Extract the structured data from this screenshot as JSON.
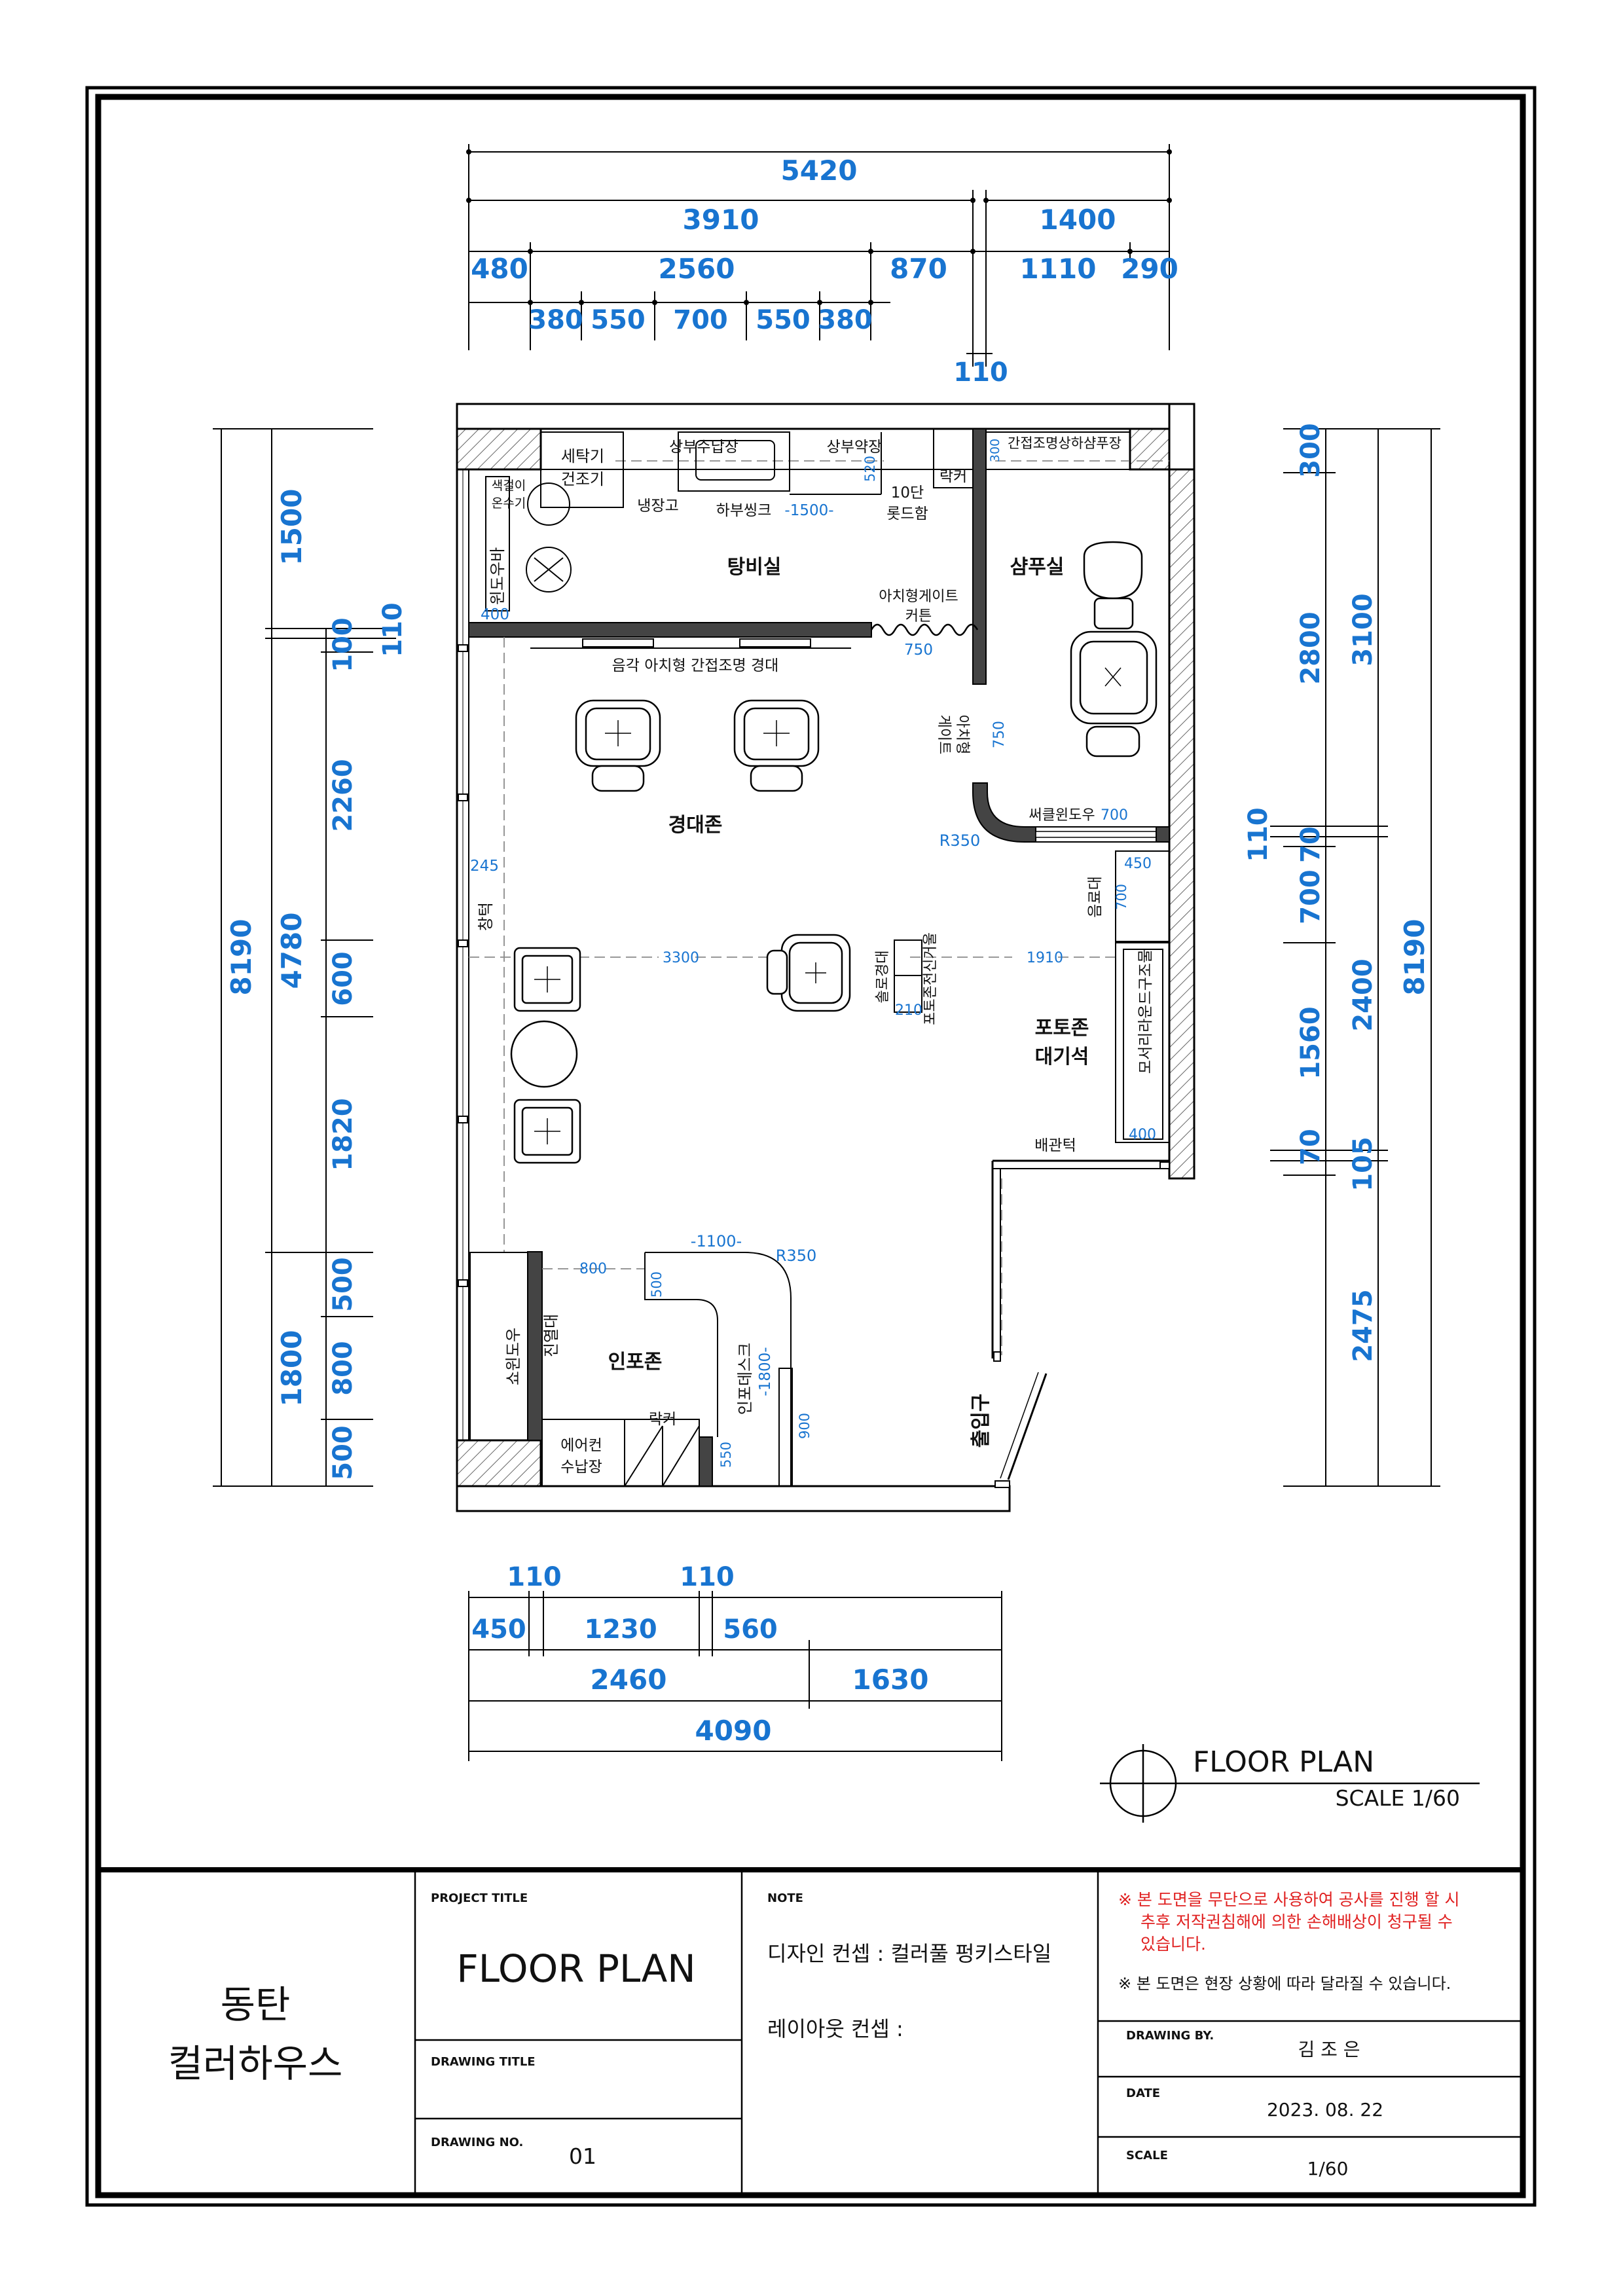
{
  "top_dimensions": {
    "overall": "5420",
    "left_section": "3910",
    "right_section": "1400",
    "row3": [
      "480",
      "2560",
      "870",
      "1110",
      "290"
    ],
    "row4": [
      "380",
      "550",
      "700",
      "550",
      "380"
    ],
    "wall_gap": "110"
  },
  "left_dimensions": {
    "overall": "8190",
    "mid_total": "4780",
    "segments": [
      "1500",
      "110",
      "100",
      "2260",
      "600",
      "1820",
      "500",
      "800",
      "500"
    ],
    "bottom_total": "1800"
  },
  "right_dimensions": {
    "overall": "8190",
    "segments": [
      "300",
      "2800",
      "110",
      "70",
      "700",
      "1560",
      "70",
      "105",
      "2475"
    ],
    "sums": [
      "3100",
      "2400"
    ]
  },
  "bottom_dimensions": {
    "row1": [
      "110",
      "110"
    ],
    "row2": [
      "450",
      "1230",
      "560"
    ],
    "row3": [
      "2460",
      "1630"
    ],
    "overall": "4090"
  },
  "rooms": {
    "pantry": "탕비실",
    "shampoo": "샴푸실",
    "styling": "경대존",
    "photo_waiting_l1": "포토존",
    "photo_waiting_l2": "대기석",
    "info": "인포존",
    "entrance": "출입구"
  },
  "fixtures": {
    "washer_l1": "세탁기",
    "washer_l2": "건조기",
    "upper_storage": "상부수납장",
    "upper_medicine": "상부약장",
    "indirect_shampoo": "간접조명상하샴푸장",
    "refrigerator": "냉장고",
    "lower_sink": "하부씽크",
    "sink_dim": "-1500-",
    "rod_box_l1": "10단",
    "rod_box_l2": "롯드함",
    "locker_top": "락커",
    "dim_520": "520",
    "dim_300": "300",
    "heater_l1": "색걸이",
    "heater_l2": "온수기",
    "window_vertical": "윈도우바",
    "dim_400_a": "400",
    "arch_curtain_l1": "아치형게이트",
    "arch_curtain_l2": "커튼",
    "dim_750_a": "750",
    "mirror_label": "음각 아치형 간접조명 경대",
    "arch_gate_l1": "아치형",
    "arch_gate_l2": "게이트",
    "dim_750_b": "750",
    "circle_window": "써클윈도우",
    "dim_700_a": "700",
    "r350_a": "R350",
    "dim_450": "450",
    "beverage": "음료대",
    "dim_700_b": "700",
    "dim_245": "245",
    "sill": "창턱",
    "dim_3300": "3300",
    "dim_1910": "1910",
    "solo_mirror": "솔로경대",
    "photo_mirror": "포토존전신거울",
    "dim_210": "210",
    "mosaic_mirror": "모서리라운드구조물",
    "dim_400_b": "400",
    "distribution": "배관턱",
    "dim_800": "800",
    "dim_1100": "-1100-",
    "r350_b": "R350",
    "dim_500": "500",
    "show_window": "쇼윈도우",
    "display": "진열대",
    "info_desk": "인포데스크",
    "desk_dim": "-1800-",
    "dim_900": "900",
    "aircon_l1": "에어컨",
    "aircon_l2": "수납장",
    "locker_bottom": "락커",
    "dim_550": "550"
  },
  "plan_caption": {
    "title": "FLOOR PLAN",
    "scale": "SCALE 1/60"
  },
  "title_block": {
    "client_l1": "동탄",
    "client_l2": "컬러하우스",
    "project_title_label": "PROJECT TITLE",
    "project_title": "FLOOR PLAN",
    "drawing_title_label": "DRAWING TITLE",
    "drawing_no_label": "DRAWING NO.",
    "drawing_no": "01",
    "note_label": "NOTE",
    "note_line1": "디자인 컨셉 : 컬러풀 펑키스타일",
    "note_line2": "레이아웃 컨셉 :",
    "warning_l1": "※ 본 도면을 무단으로 사용하여 공사를 진행 할 시",
    "warning_l2": "추후 저작권침해에 의한 손해배상이 청구될 수",
    "warning_l3": "있습니다.",
    "notice": "※ 본 도면은 현장 상황에 따라 달라질 수 있습니다.",
    "drawn_by_label": "DRAWING BY.",
    "drawn_by": "김 조 은",
    "date_label": "DATE",
    "date": "2023. 08. 22",
    "scale_label": "SCALE",
    "scale": "1/60"
  }
}
